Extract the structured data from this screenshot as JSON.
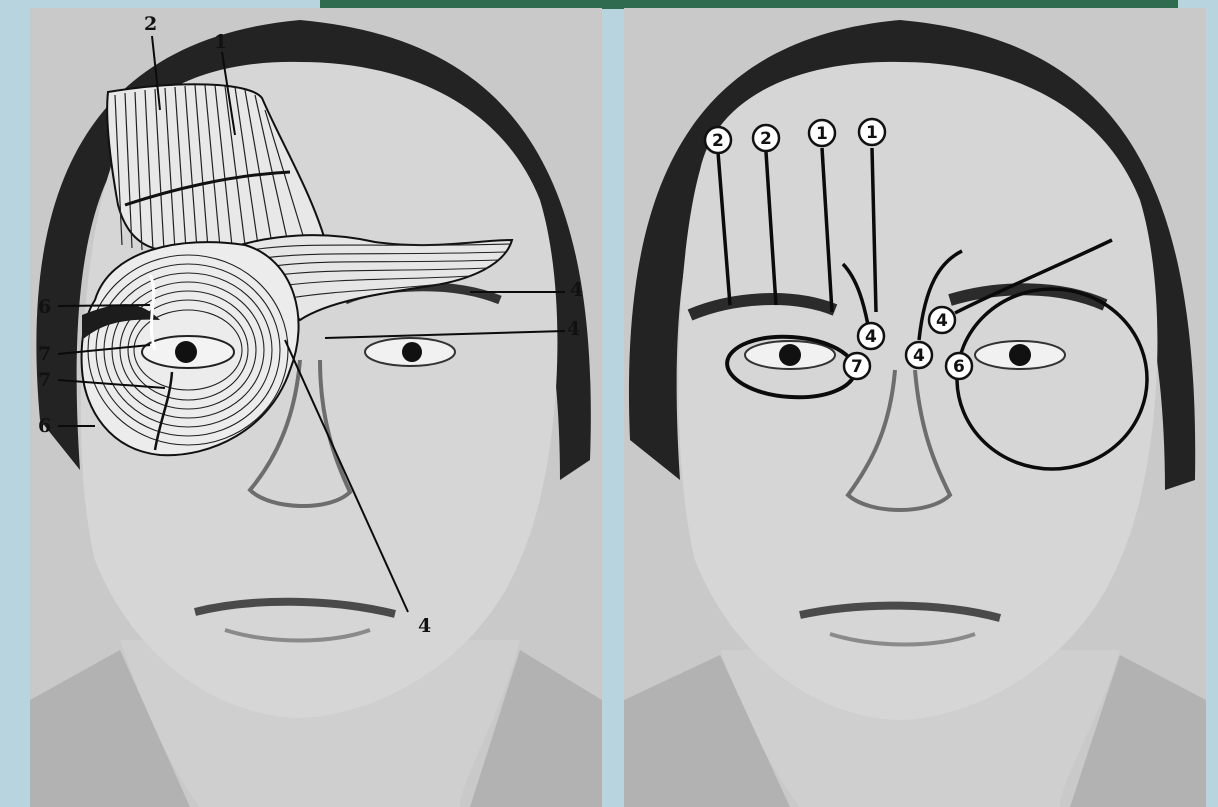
{
  "colors": {
    "background": "#b7d4df",
    "photo_bg": "#c9c9c9",
    "skin": "#d6d6d6",
    "hair": "#232323",
    "line": "#0b0b0b",
    "top_strip": "#2f6b4f"
  },
  "left_panel": {
    "labels": [
      {
        "id": "label-2",
        "text": "2"
      },
      {
        "id": "label-1",
        "text": "1"
      },
      {
        "id": "label-6-top",
        "text": "6"
      },
      {
        "id": "label-7-top",
        "text": "7"
      },
      {
        "id": "label-7-bottom",
        "text": "7"
      },
      {
        "id": "label-6-bottom",
        "text": "6"
      },
      {
        "id": "label-4-upper",
        "text": "4"
      },
      {
        "id": "label-4-middle",
        "text": "4"
      },
      {
        "id": "label-4-chin",
        "text": "4"
      }
    ]
  },
  "right_panel": {
    "markers": [
      {
        "id": "marker-2-a",
        "text": "2"
      },
      {
        "id": "marker-2-b",
        "text": "2"
      },
      {
        "id": "marker-1-a",
        "text": "1"
      },
      {
        "id": "marker-1-b",
        "text": "1"
      },
      {
        "id": "marker-4-left-brow",
        "text": "4"
      },
      {
        "id": "marker-7",
        "text": "7"
      },
      {
        "id": "marker-4-right-brow",
        "text": "4"
      },
      {
        "id": "marker-4-nose",
        "text": "4"
      },
      {
        "id": "marker-6",
        "text": "6"
      }
    ]
  }
}
